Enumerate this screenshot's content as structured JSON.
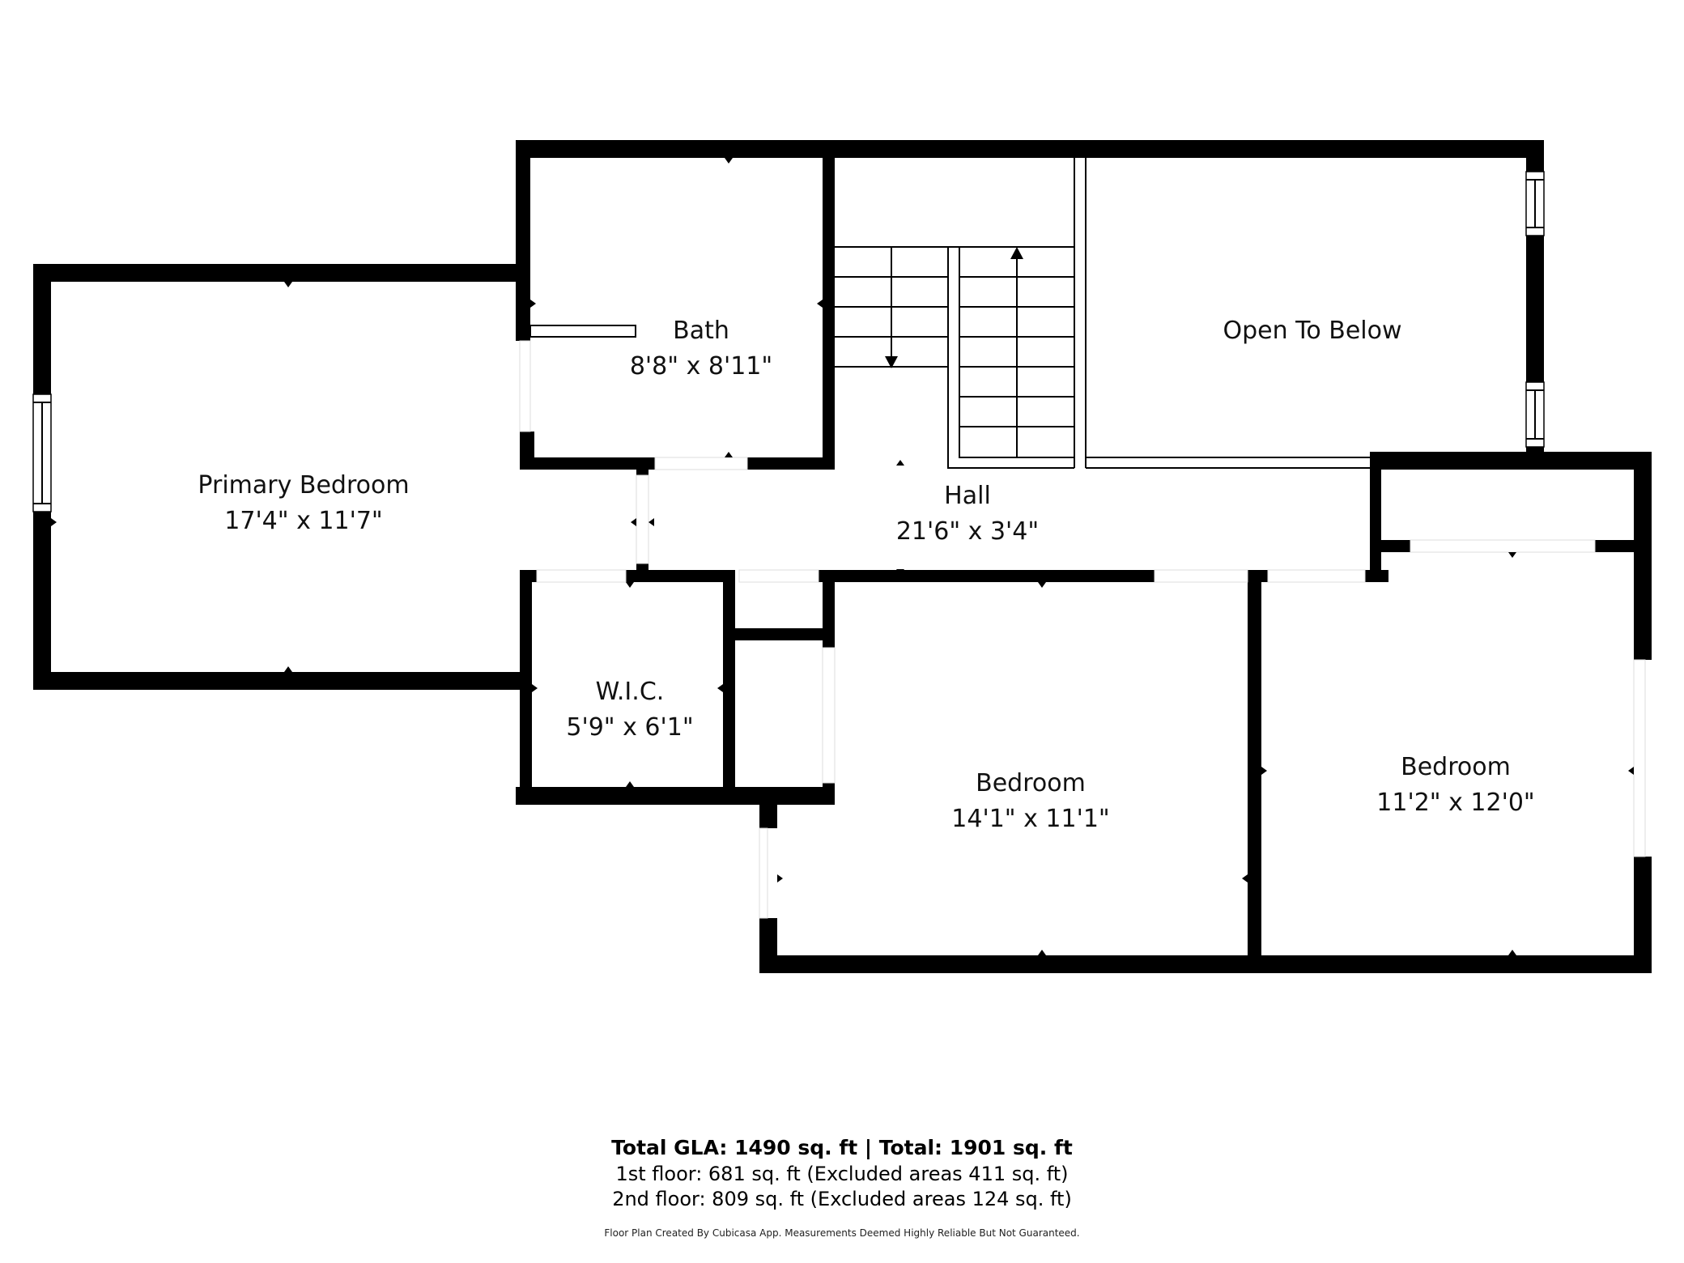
{
  "rooms": {
    "primary_bedroom": {
      "name": "Primary Bedroom",
      "dims": "17'4\" x 11'7\""
    },
    "bath": {
      "name": "Bath",
      "dims": "8'8\" x 8'11\""
    },
    "open_to_below": {
      "name": "Open To Below"
    },
    "hall": {
      "name": "Hall",
      "dims": "21'6\" x 3'4\""
    },
    "wic": {
      "name": "W.I.C.",
      "dims": "5'9\" x 6'1\""
    },
    "bedroom_1": {
      "name": "Bedroom",
      "dims": "14'1\" x 11'1\""
    },
    "bedroom_2": {
      "name": "Bedroom",
      "dims": "11'2\" x 12'0\""
    }
  },
  "footer": {
    "total": "Total GLA: 1490 sq. ft | Total: 1901 sq. ft",
    "floor_1": "1st floor: 681 sq. ft (Excluded areas 411 sq. ft)",
    "floor_2": "2nd floor: 809 sq. ft (Excluded areas 124 sq. ft)",
    "credit": "Floor Plan Created By Cubicasa App. Measurements Deemed Highly Reliable But Not Guaranteed."
  },
  "colors": {
    "wall": "#000000",
    "background": "#ffffff"
  }
}
